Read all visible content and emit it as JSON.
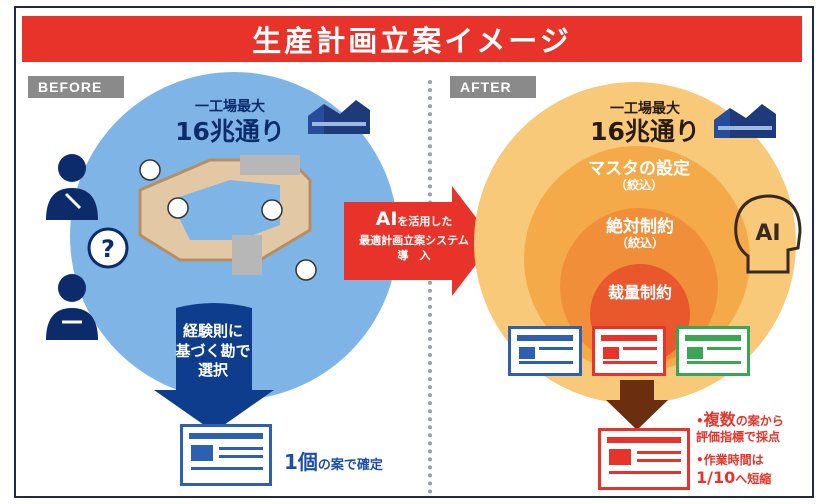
{
  "title": "生産計画立案イメージ",
  "before": {
    "tag": "BEFORE",
    "small_label": "一工場最大",
    "big_label": "16兆通り",
    "down_label_lines": [
      "経験則に",
      "基づく勘で",
      "選択"
    ],
    "result_big": "1個",
    "result_rest": "の案で確定"
  },
  "after": {
    "tag": "AFTER",
    "small_label": "一工場最大",
    "big_label": "16兆通り",
    "ring1": {
      "main": "マスタの設定",
      "sub": "（絞込）"
    },
    "ring2": {
      "main": "絶対制約",
      "sub": "（絞込）"
    },
    "ring3": {
      "main": "裁量制約"
    },
    "result1_big": "複数",
    "result1_a": "の案から",
    "result1_b": "評価指標で採点",
    "result2_a": "作業時間は",
    "result2_big": "1/10",
    "result2_b": "へ短縮"
  },
  "arrow": {
    "ai": "AI",
    "line1": "を活用した",
    "line2": "最適計画立案システム",
    "line3": "導　入"
  },
  "ai_icon_text": "AI",
  "icons": [
    "factory-icon",
    "worker-icon",
    "question-icon",
    "conveyor-icon",
    "ai-head-icon",
    "document-icon"
  ],
  "colors": {
    "title_red": "#e8332a",
    "before_blue": "#7fb5e6",
    "after_orange": "#f7c979",
    "navy": "#0c2b6b"
  }
}
